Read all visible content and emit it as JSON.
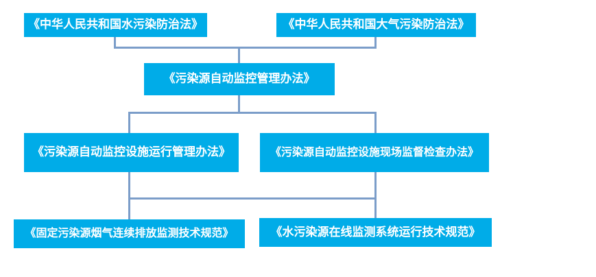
{
  "diagram": {
    "type": "flowchart",
    "background_color": "#ffffff",
    "node_color": "#00ace8",
    "node_text_color": "#ffffff",
    "connector_color": "#7b9dc9",
    "nodes": [
      {
        "id": "water-pollution-law",
        "level": 1,
        "label": "《中华人民共和国水污染防治法》"
      },
      {
        "id": "air-pollution-law",
        "level": 1,
        "label": "《中华人民共和国大气污染防治法》"
      },
      {
        "id": "auto-monitoring-measures",
        "level": 2,
        "label": "《污染源自动监控管理办法》"
      },
      {
        "id": "facility-operation-measures",
        "level": 3,
        "label": "《污染源自动监控设施运行管理办法》"
      },
      {
        "id": "onsite-inspection-measures",
        "level": 3,
        "label": "《污染源自动监控设施现场监督检查办法》"
      },
      {
        "id": "flue-gas-cems-spec",
        "level": 4,
        "label": "《固定污染源烟气连续排放监测技术规范》"
      },
      {
        "id": "water-online-monitoring-spec",
        "level": 4,
        "label": "《水污染源在线监测系统运行技术规范》"
      }
    ],
    "edges": [
      {
        "from": "water-pollution-law",
        "to": "auto-monitoring-measures"
      },
      {
        "from": "air-pollution-law",
        "to": "auto-monitoring-measures"
      },
      {
        "from": "auto-monitoring-measures",
        "to": "facility-operation-measures"
      },
      {
        "from": "auto-monitoring-measures",
        "to": "onsite-inspection-measures"
      },
      {
        "from": "facility-operation-measures",
        "to": "flue-gas-cems-spec"
      },
      {
        "from": "facility-operation-measures",
        "to": "water-online-monitoring-spec"
      },
      {
        "from": "onsite-inspection-measures",
        "to": "flue-gas-cems-spec"
      },
      {
        "from": "onsite-inspection-measures",
        "to": "water-online-monitoring-spec"
      }
    ]
  }
}
